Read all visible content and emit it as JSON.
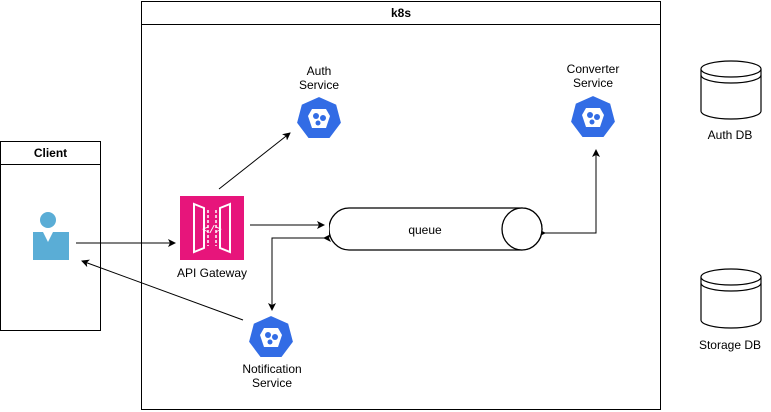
{
  "k8s": {
    "title": "k8s"
  },
  "client": {
    "title": "Client"
  },
  "api_gateway": {
    "label": "API Gateway",
    "color": "#E7157B"
  },
  "queue": {
    "label": "queue"
  },
  "auth_service": {
    "label": "Auth\nService"
  },
  "converter_service": {
    "label": "Converter\nService"
  },
  "notification_service": {
    "label": "Notification\nService"
  },
  "auth_db": {
    "label": "Auth DB"
  },
  "storage_db": {
    "label": "Storage DB"
  },
  "colors": {
    "k8s_blue": "#326CE5",
    "user_blue": "#5AADD6"
  },
  "icons": {
    "service": "kubernetes-service-icon",
    "gateway": "api-gateway-icon",
    "user": "user-icon",
    "db": "database-cylinder-icon"
  }
}
